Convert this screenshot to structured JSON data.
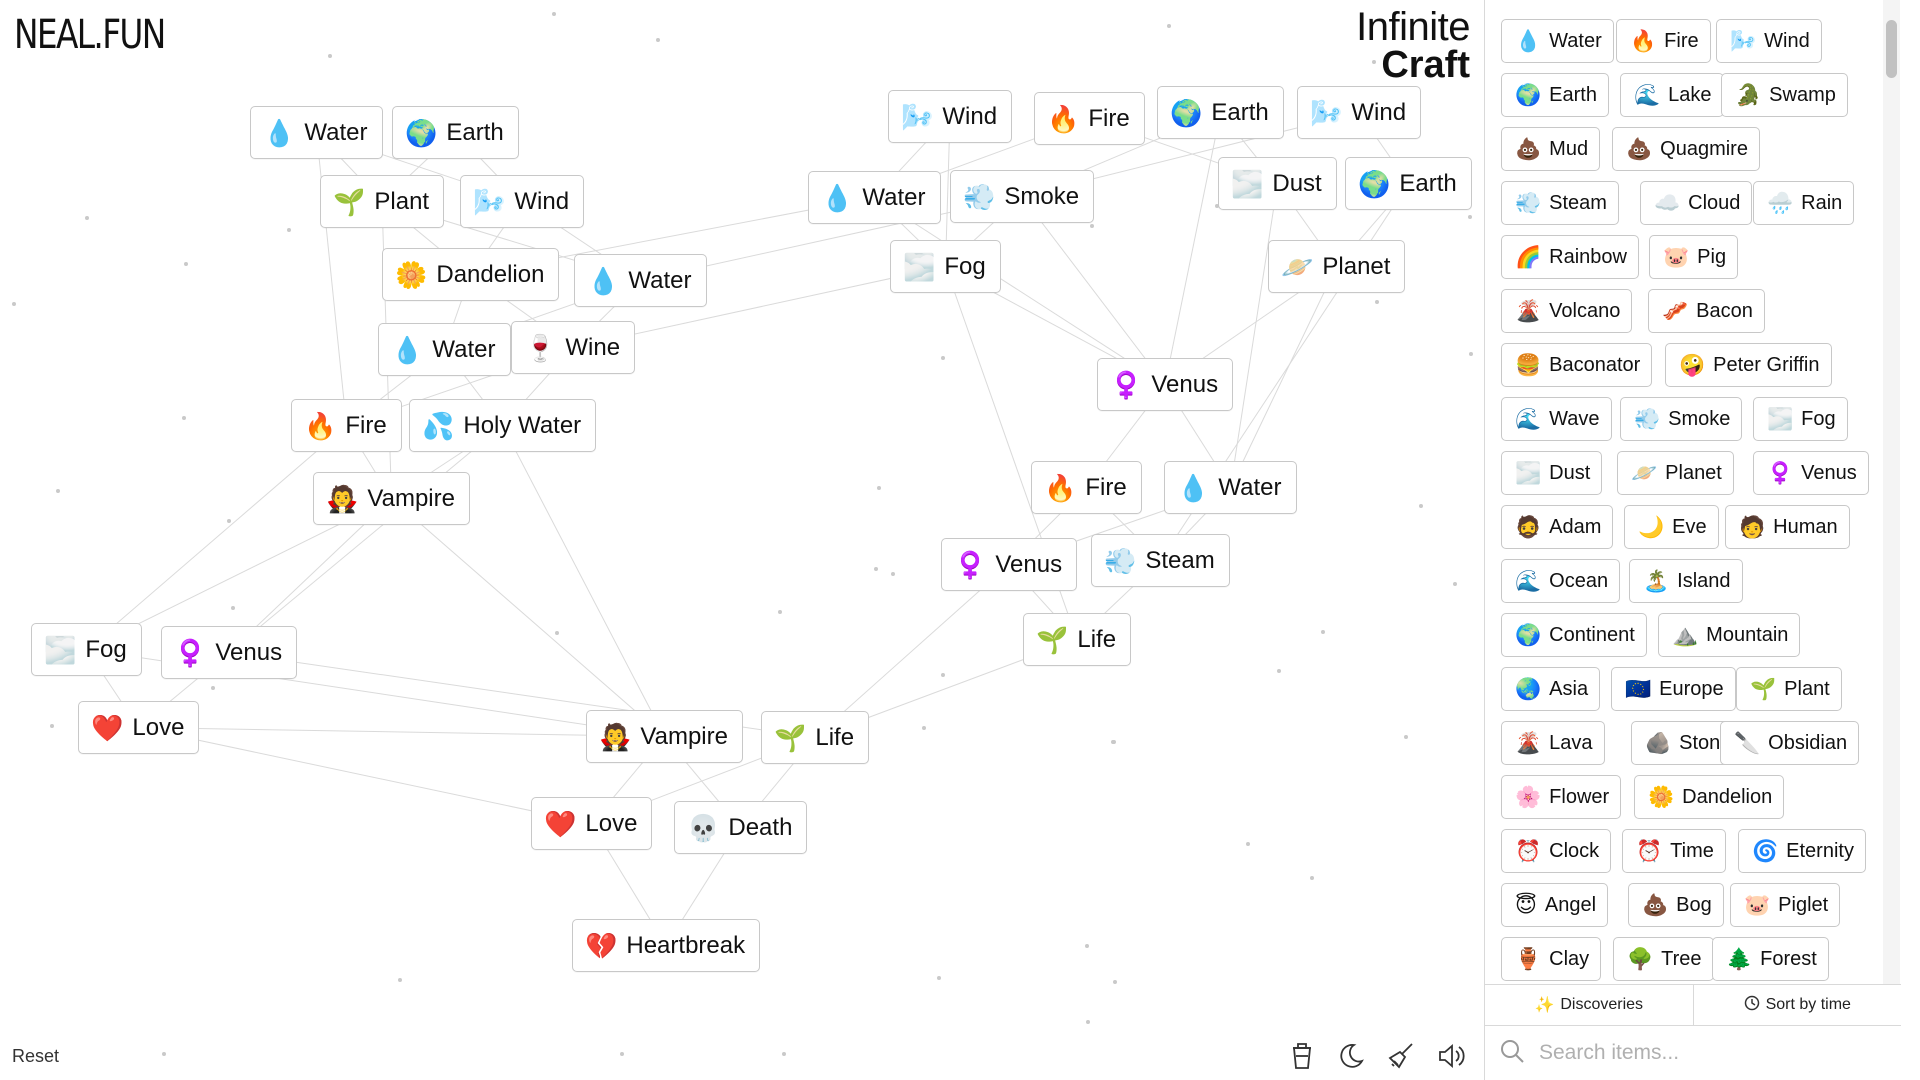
{
  "header": {
    "logo": "NEAL.FUN",
    "brand_line1": "Infinite",
    "brand_line2": "Craft"
  },
  "canvas_tiles": [
    {
      "emoji": "💧",
      "label": "Water"
    },
    {
      "emoji": "🌍",
      "label": "Earth"
    },
    {
      "emoji": "🌱",
      "label": "Plant"
    },
    {
      "emoji": "🌬️",
      "label": "Wind"
    },
    {
      "emoji": "🌼",
      "label": "Dandelion"
    },
    {
      "emoji": "💧",
      "label": "Water"
    },
    {
      "emoji": "💧",
      "label": "Water"
    },
    {
      "emoji": "🍷",
      "label": "Wine"
    },
    {
      "emoji": "🔥",
      "label": "Fire"
    },
    {
      "emoji": "💦",
      "label": "Holy Water"
    },
    {
      "emoji": "🧛",
      "label": "Vampire"
    },
    {
      "emoji": "🌫️",
      "label": "Fog"
    },
    {
      "emoji": "♀️",
      "label": "Venus"
    },
    {
      "emoji": "❤️",
      "label": "Love"
    },
    {
      "emoji": "🌬️",
      "label": "Wind"
    },
    {
      "emoji": "🔥",
      "label": "Fire"
    },
    {
      "emoji": "🌍",
      "label": "Earth"
    },
    {
      "emoji": "🌬️",
      "label": "Wind"
    },
    {
      "emoji": "💧",
      "label": "Water"
    },
    {
      "emoji": "💨",
      "label": "Smoke"
    },
    {
      "emoji": "🌫️",
      "label": "Dust"
    },
    {
      "emoji": "🌍",
      "label": "Earth"
    },
    {
      "emoji": "🌫️",
      "label": "Fog"
    },
    {
      "emoji": "🪐",
      "label": "Planet"
    },
    {
      "emoji": "♀️",
      "label": "Venus"
    },
    {
      "emoji": "🔥",
      "label": "Fire"
    },
    {
      "emoji": "💧",
      "label": "Water"
    },
    {
      "emoji": "♀️",
      "label": "Venus"
    },
    {
      "emoji": "💨",
      "label": "Steam"
    },
    {
      "emoji": "🌱",
      "label": "Life"
    },
    {
      "emoji": "🧛",
      "label": "Vampire"
    },
    {
      "emoji": "🌱",
      "label": "Life"
    },
    {
      "emoji": "❤️",
      "label": "Love"
    },
    {
      "emoji": "💀",
      "label": "Death"
    },
    {
      "emoji": "💔",
      "label": "Heartbreak"
    }
  ],
  "sidebar_items": [
    {
      "emoji": "💧",
      "label": "Water"
    },
    {
      "emoji": "🔥",
      "label": "Fire"
    },
    {
      "emoji": "🌬️",
      "label": "Wind"
    },
    {
      "emoji": "🌍",
      "label": "Earth"
    },
    {
      "emoji": "🌊",
      "label": "Lake"
    },
    {
      "emoji": "🐊",
      "label": "Swamp"
    },
    {
      "emoji": "💩",
      "label": "Mud"
    },
    {
      "emoji": "💩",
      "label": "Quagmire"
    },
    {
      "emoji": "💨",
      "label": "Steam"
    },
    {
      "emoji": "☁️",
      "label": "Cloud"
    },
    {
      "emoji": "🌧️",
      "label": "Rain"
    },
    {
      "emoji": "🌈",
      "label": "Rainbow"
    },
    {
      "emoji": "🐷",
      "label": "Pig"
    },
    {
      "emoji": "🌋",
      "label": "Volcano"
    },
    {
      "emoji": "🥓",
      "label": "Bacon"
    },
    {
      "emoji": "🍔",
      "label": "Baconator"
    },
    {
      "emoji": "🤪",
      "label": "Peter Griffin"
    },
    {
      "emoji": "🌊",
      "label": "Wave"
    },
    {
      "emoji": "💨",
      "label": "Smoke"
    },
    {
      "emoji": "🌫️",
      "label": "Fog"
    },
    {
      "emoji": "🌫️",
      "label": "Dust"
    },
    {
      "emoji": "🪐",
      "label": "Planet"
    },
    {
      "emoji": "♀️",
      "label": "Venus"
    },
    {
      "emoji": "🧔",
      "label": "Adam"
    },
    {
      "emoji": "🌙",
      "label": "Eve"
    },
    {
      "emoji": "🧑",
      "label": "Human"
    },
    {
      "emoji": "🌊",
      "label": "Ocean"
    },
    {
      "emoji": "🏝️",
      "label": "Island"
    },
    {
      "emoji": "🌍",
      "label": "Continent"
    },
    {
      "emoji": "⛰️",
      "label": "Mountain"
    },
    {
      "emoji": "🌏",
      "label": "Asia"
    },
    {
      "emoji": "🇪🇺",
      "label": "Europe"
    },
    {
      "emoji": "🌱",
      "label": "Plant"
    },
    {
      "emoji": "🌋",
      "label": "Lava"
    },
    {
      "emoji": "🪨",
      "label": "Stone"
    },
    {
      "emoji": "🔪",
      "label": "Obsidian"
    },
    {
      "emoji": "🌸",
      "label": "Flower"
    },
    {
      "emoji": "🌼",
      "label": "Dandelion"
    },
    {
      "emoji": "⏰",
      "label": "Clock"
    },
    {
      "emoji": "⏰",
      "label": "Time"
    },
    {
      "emoji": "🌀",
      "label": "Eternity"
    },
    {
      "emoji": "😇",
      "label": "Angel"
    },
    {
      "emoji": "💩",
      "label": "Bog"
    },
    {
      "emoji": "🐷",
      "label": "Piglet"
    },
    {
      "emoji": "🏺",
      "label": "Clay"
    },
    {
      "emoji": "🌳",
      "label": "Tree"
    },
    {
      "emoji": "🌲",
      "label": "Forest"
    }
  ],
  "footer": {
    "reset_label": "Reset",
    "tool_icons": [
      "cup-icon",
      "moon-icon",
      "broom-icon",
      "speaker-icon"
    ]
  },
  "sort_bar": {
    "discoveries_label": "Discoveries",
    "sort_label": "Sort by time"
  },
  "search": {
    "placeholder": "Search items..."
  }
}
